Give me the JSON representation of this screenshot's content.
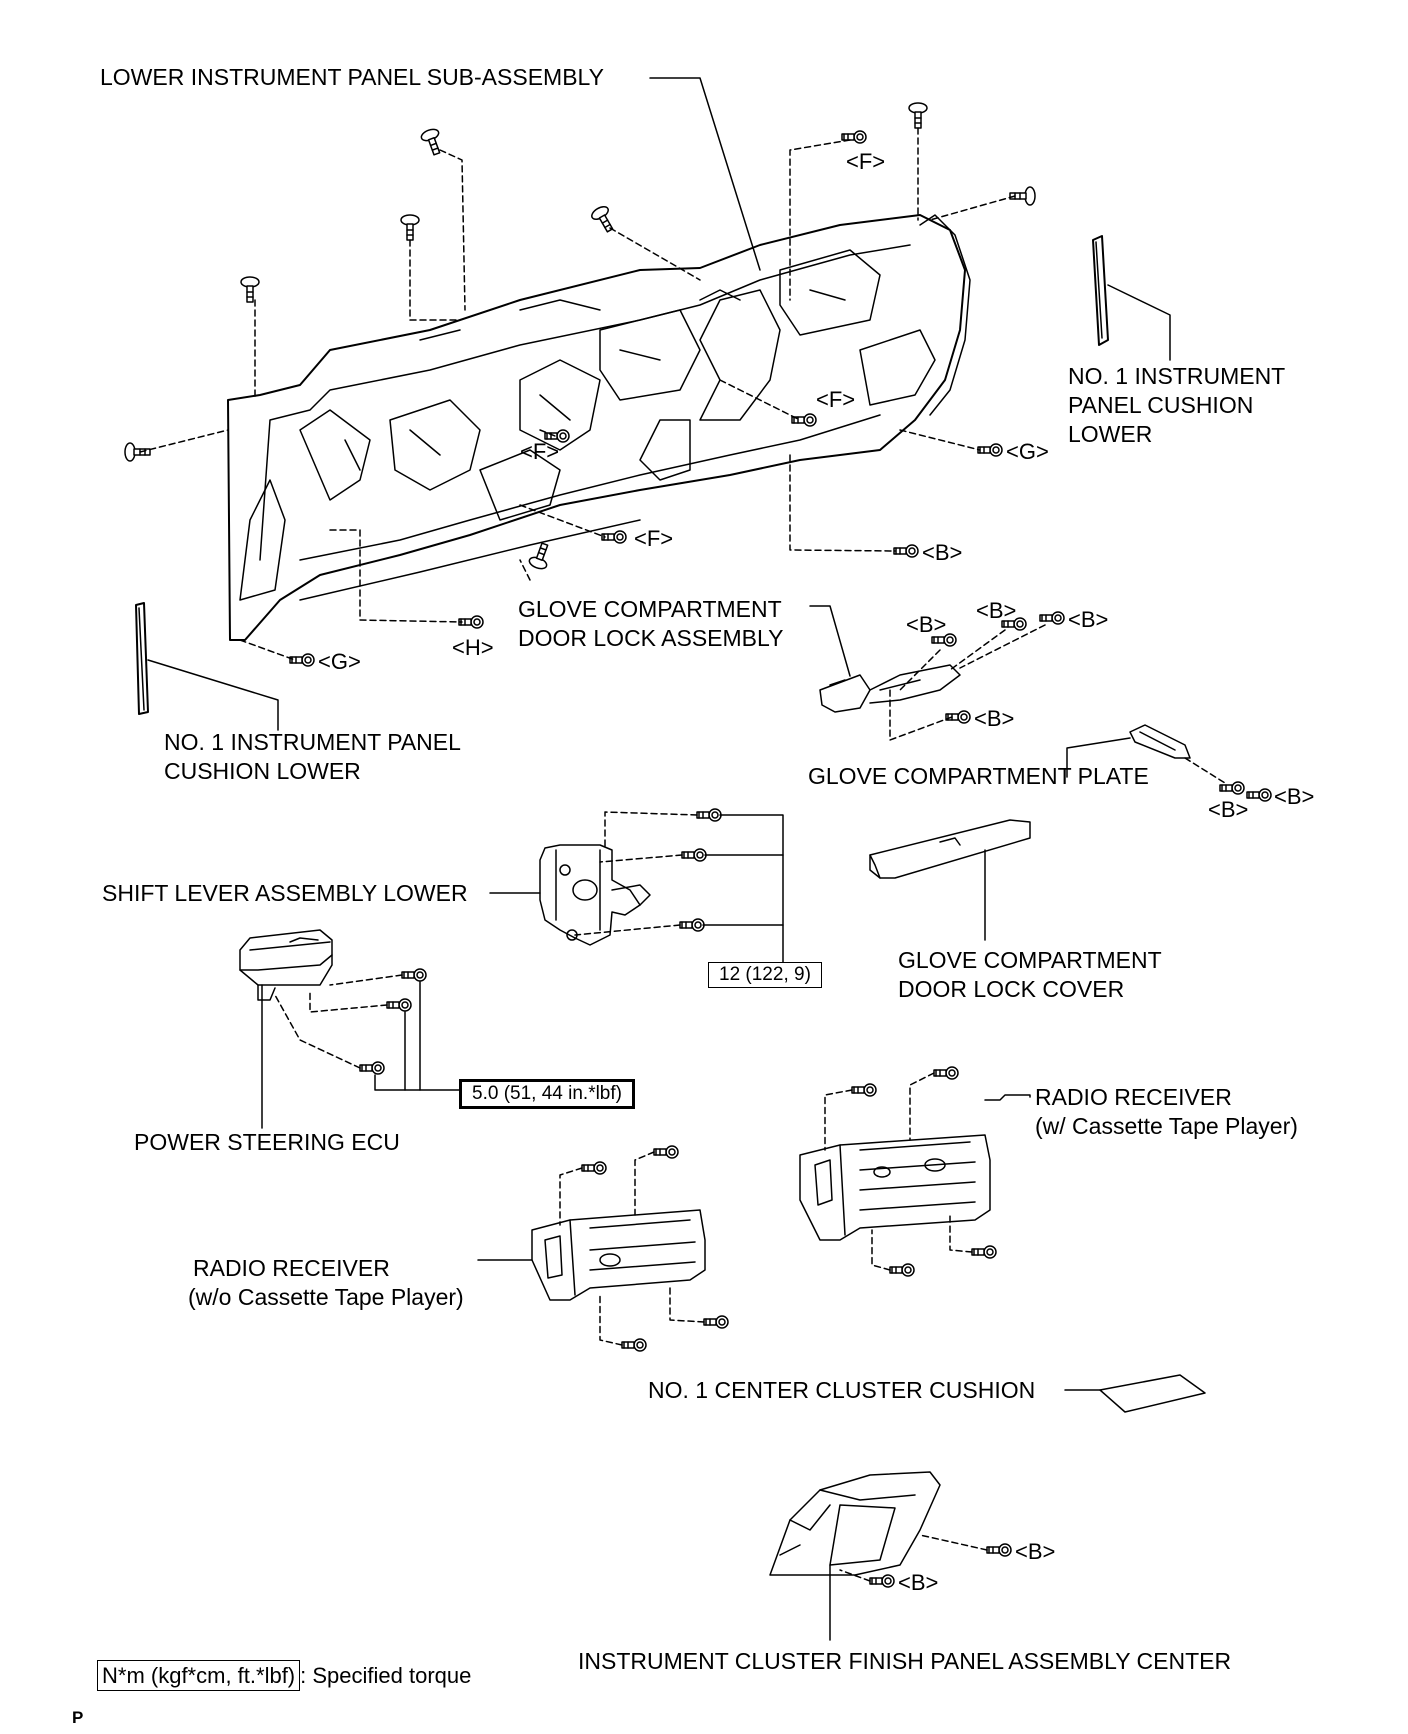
{
  "labels": {
    "lower_panel": "LOWER INSTRUMENT PANEL SUB-ASSEMBLY",
    "cushion_right": [
      "NO. 1 INSTRUMENT",
      "PANEL CUSHION",
      "LOWER"
    ],
    "cushion_left": [
      "NO. 1 INSTRUMENT PANEL",
      "CUSHION LOWER"
    ],
    "glove_lock": [
      "GLOVE COMPARTMENT",
      "DOOR LOCK ASSEMBLY"
    ],
    "glove_plate": "GLOVE COMPARTMENT PLATE",
    "shift_lever": "SHIFT LEVER ASSEMBLY LOWER",
    "glove_cover": [
      "GLOVE COMPARTMENT",
      "DOOR LOCK COVER"
    ],
    "ps_ecu": "POWER STEERING ECU",
    "radio_with": [
      "RADIO RECEIVER",
      "(w/ Cassette Tape Player)"
    ],
    "radio_without": [
      "RADIO RECEIVER",
      "(w/o Cassette Tape Player)"
    ],
    "center_cushion": "NO. 1 CENTER CLUSTER CUSHION",
    "finish_panel": "INSTRUMENT CLUSTER FINISH PANEL ASSEMBLY CENTER"
  },
  "tags": {
    "F": "<F>",
    "G": "<G>",
    "B": "<B>",
    "H": "<H>"
  },
  "torque": {
    "shift_lever": "12 (122, 9)",
    "ps_ecu": "5.0 (51, 44 in.*lbf)"
  },
  "legend": {
    "unit": "N*m (kgf*cm, ft.*lbf)",
    "text": ": Specified torque"
  },
  "page_mark": "P"
}
